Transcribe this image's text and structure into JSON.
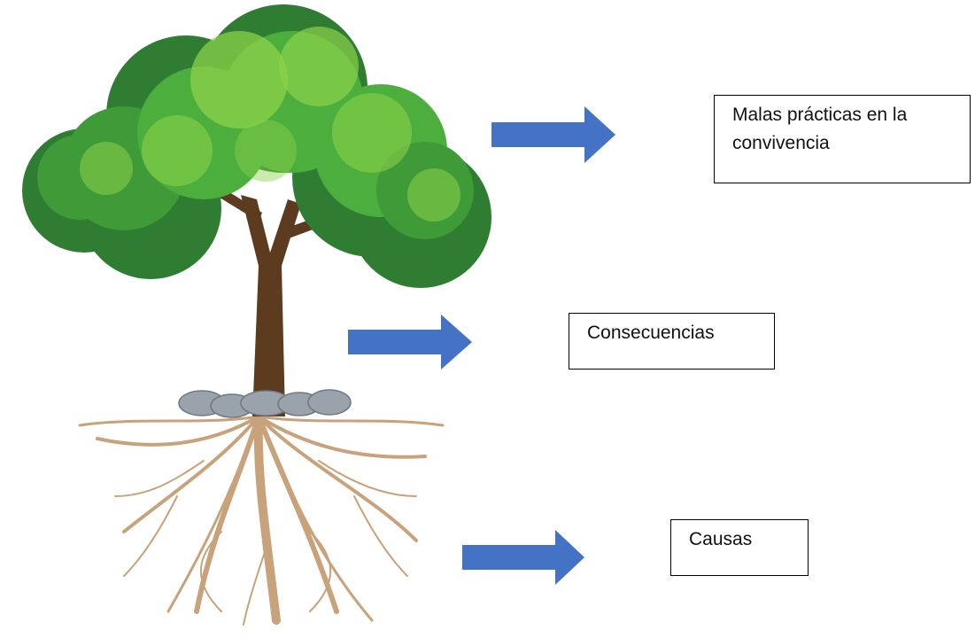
{
  "labels": {
    "top": "Malas prácticas en la convivencia",
    "middle": "Consecuencias",
    "bottom": "Causas"
  },
  "colors": {
    "arrow": "#4472C4",
    "foliage_dark": "#2f7d32",
    "foliage_mid": "#4caf3d",
    "foliage_light": "#8bd14a",
    "trunk": "#5d3b1e",
    "roots": "#c8a27a",
    "stones": "#9aa3ab"
  },
  "icons": {
    "tree": "tree-illustration",
    "arrows": "right-arrow-icon"
  }
}
